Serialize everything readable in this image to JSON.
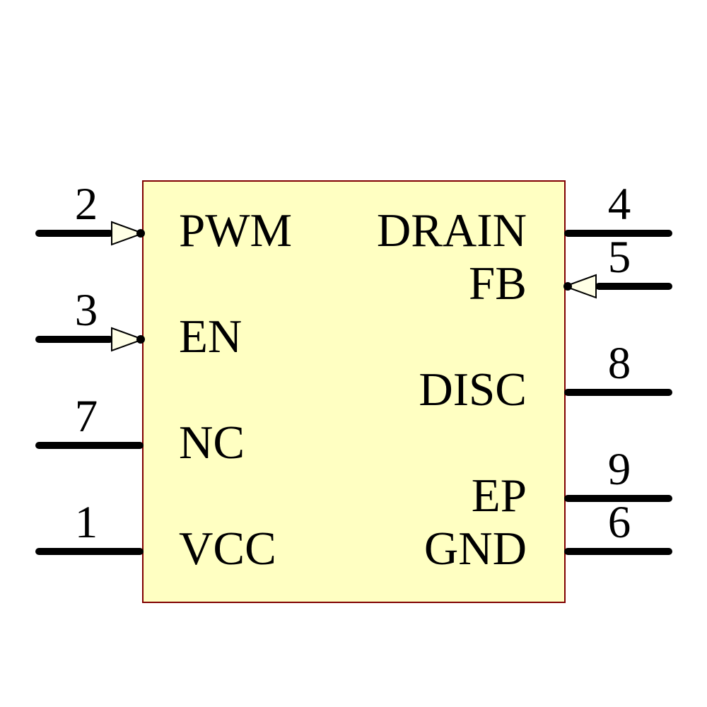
{
  "diagram": {
    "kind": "ic-schematic-symbol",
    "colors": {
      "body_fill": "#FFFFC2",
      "body_border": "#800000",
      "wire": "#000000",
      "arrow_fill": "#FFFFE6",
      "arrow_stroke": "#000000",
      "text": "#000000",
      "background": "#FFFFFF"
    },
    "pins": {
      "left": [
        {
          "number": "2",
          "name": "PWM",
          "slot": 0,
          "arrow": true
        },
        {
          "number": "3",
          "name": "EN",
          "slot": 2,
          "arrow": true
        },
        {
          "number": "7",
          "name": "NC",
          "slot": 4,
          "arrow": false
        },
        {
          "number": "1",
          "name": "VCC",
          "slot": 6,
          "arrow": false
        }
      ],
      "right": [
        {
          "number": "4",
          "name": "DRAIN",
          "slot": 0,
          "arrow": false
        },
        {
          "number": "5",
          "name": "FB",
          "slot": 1,
          "arrow": true
        },
        {
          "number": "8",
          "name": "DISC",
          "slot": 3,
          "arrow": false
        },
        {
          "number": "9",
          "name": "EP",
          "slot": 5,
          "arrow": false
        },
        {
          "number": "6",
          "name": "GND",
          "slot": 6,
          "arrow": false
        }
      ]
    }
  }
}
